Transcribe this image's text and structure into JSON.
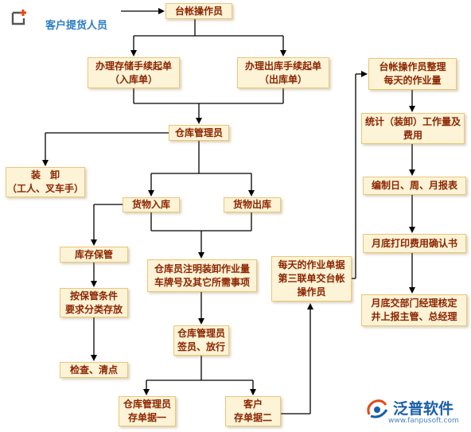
{
  "customer_label": "客户提货人员",
  "boxes": {
    "ledger_operator": [
      "台帐操作员"
    ],
    "storage_procedure": [
      "办理存储手续起单",
      "（入库单）"
    ],
    "outbound_procedure": [
      "办理出库手续起单",
      "（出库单）"
    ],
    "warehouse_manager": [
      "仓库管理员"
    ],
    "loading_unloading": [
      "装　卸",
      "（工人、叉车手）"
    ],
    "goods_in": [
      "货物入库"
    ],
    "goods_out": [
      "货物出库"
    ],
    "storage_custody": [
      "库存保管"
    ],
    "classified_storage": [
      "按保管条件",
      "要求分类存放"
    ],
    "inspect_count": [
      "检查、清点"
    ],
    "clerk_notes": [
      "仓库员注明装卸作业量",
      "车牌号及其它所需事项"
    ],
    "manager_sign": [
      "仓库管理员",
      "签员、放行"
    ],
    "manager_copy_one": [
      "仓库管理员",
      "存单据一"
    ],
    "customer_copy_two": [
      "客户",
      "存单据二"
    ],
    "daily_doc_third": [
      "每天的作业单据",
      "第三联单交台帐",
      "操作员"
    ],
    "ledger_daily": [
      "台帐操作员整理",
      "每天的作业量"
    ],
    "stats_workload": [
      "统计（装卸）工作量及",
      "费用"
    ],
    "make_reports": [
      "编制日、周、月报表"
    ],
    "monthly_print": [
      "月底打印费用确认书"
    ],
    "monthly_approval": [
      "月底交部门经理核定",
      "井上报主管、总经理"
    ]
  },
  "brand": {
    "name": "泛普软件",
    "url": "www.fanpusoft.com"
  },
  "colors": {
    "box_fill": "#fdf3d6",
    "box_border": "#e9c77a",
    "box_text": "#8b2500",
    "customer_text": "#2a7dc4",
    "brand_blue": "#1a5fa8"
  }
}
